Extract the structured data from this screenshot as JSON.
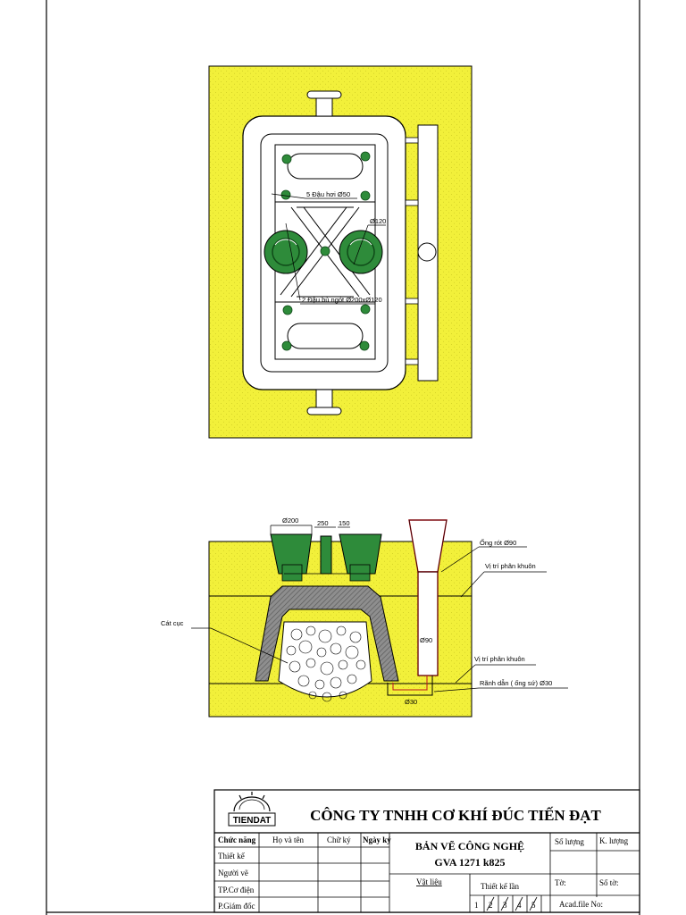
{
  "colors": {
    "sand": "#f2f03a",
    "green": "#2e8b3a",
    "dark_green": "#155a22",
    "mold_gray": "#8c8c8c",
    "frame_white": "#ffffff",
    "pipe_red": "#c0141e"
  },
  "top_view": {
    "label_vents": "5 Đậu hơi Ø50",
    "label_d120": "Ø120",
    "label_feeders": "2 Đậu bù ngót Ø200xØ120"
  },
  "section_view": {
    "dim_200": "Ø200",
    "dim_250": "250",
    "dim_150": "150",
    "label_sprue": "Ống rót Ø90",
    "label_parting_top": "Vị trí phân khuôn",
    "label_parting_bottom": "Vị trí phân khuôn",
    "label_core_sand": "Cát cục",
    "label_d90": "Ø90",
    "label_runner": "Rãnh dẫn ( ống sứ) Ø30",
    "label_d30": "Ø30"
  },
  "title_block": {
    "logo_text": "TIENDAT",
    "company": "CÔNG TY TNHH CƠ KHÍ ĐÚC TIẾN ĐẠT",
    "headers": {
      "role": "Chức năng",
      "name": "Họ và tên",
      "signature": "Chữ ký",
      "date": "Ngày ký"
    },
    "roles": [
      "Thiết kế",
      "Người vẽ",
      "TP.Cơ điện",
      "P.Giám đốc"
    ],
    "drawing_title_line1": "BẢN VẼ CÔNG NGHỆ",
    "drawing_title_line2": "GVA 1271 k825",
    "quantity_label": "Số lượng",
    "weight_label": "K. lượng",
    "material_label": "Vật liệu",
    "design_revision_label": "Thiết kế lần",
    "sheet_label": "Tờ:",
    "sheet_count_label": "Số tờ:",
    "acad_file_label": "Acad.file No:",
    "revision_numbers": [
      "1",
      "2",
      "3",
      "4",
      "5"
    ]
  }
}
